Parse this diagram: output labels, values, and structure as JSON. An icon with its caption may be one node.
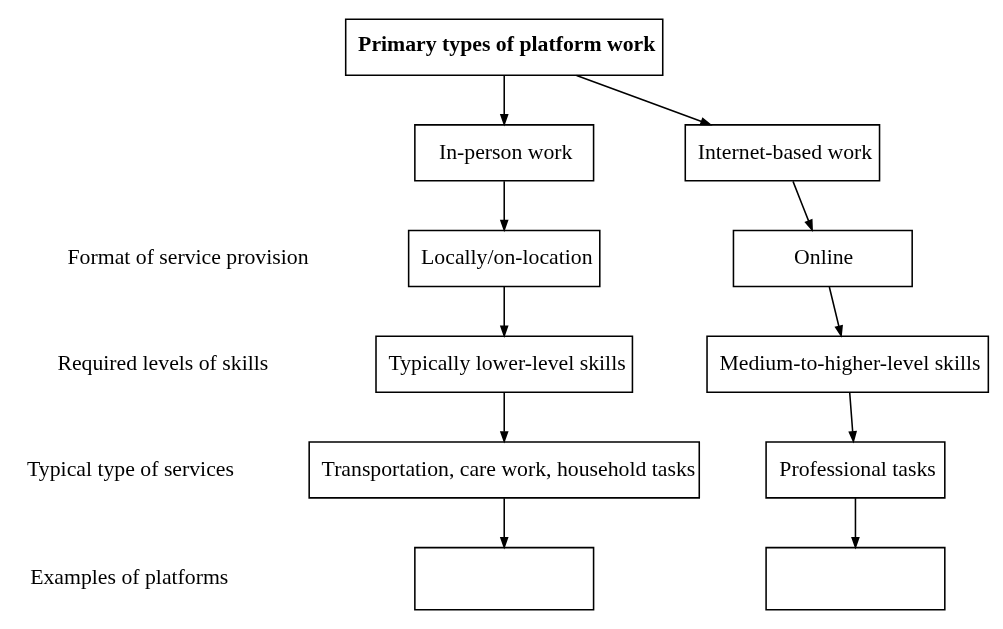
{
  "diagram": {
    "nodes": [
      {
        "text": [
          "Primary types of platform work"
        ]
      },
      {
        "text": [
          "In-person work"
        ]
      },
      {
        "text": [
          "Internet-based work"
        ]
      },
      {
        "text": [
          "Locally/on-location"
        ]
      },
      {
        "text": [
          "Online"
        ]
      },
      {
        "text": [
          "Typically lower-level skills"
        ]
      },
      {
        "text": [
          "Medium-to-higher-level skills"
        ]
      },
      {
        "text": [
          "Transportation, care work, household tasks"
        ]
      },
      {
        "text": [
          "Professional tasks"
        ]
      },
      {
        "text": [],
        "shape": "box"
      },
      {
        "text": [],
        "shape": "box"
      }
    ],
    "edges": [
      {
        "from": 0,
        "to": 1,
        "arrow": "to"
      },
      {
        "from": 0,
        "to": 2,
        "arrow": "to"
      },
      {
        "from": 1,
        "to": 3,
        "arrow": "to"
      },
      {
        "from": 2,
        "to": 4,
        "arrow": "to"
      },
      {
        "from": 3,
        "to": 5,
        "arrow": "to"
      },
      {
        "from": 4,
        "to": 6,
        "arrow": "to"
      },
      {
        "from": 5,
        "to": 7,
        "arrow": "to"
      },
      {
        "from": 6,
        "to": 8,
        "arrow": "to"
      },
      {
        "from": 7,
        "to": 9,
        "arrow": "to"
      },
      {
        "from": 8,
        "to": 10,
        "arrow": "to"
      }
    ],
    "labels": [
      "Format of service provision",
      "Required levels of skills",
      "Typical type of services",
      "Examples of platforms"
    ]
  }
}
